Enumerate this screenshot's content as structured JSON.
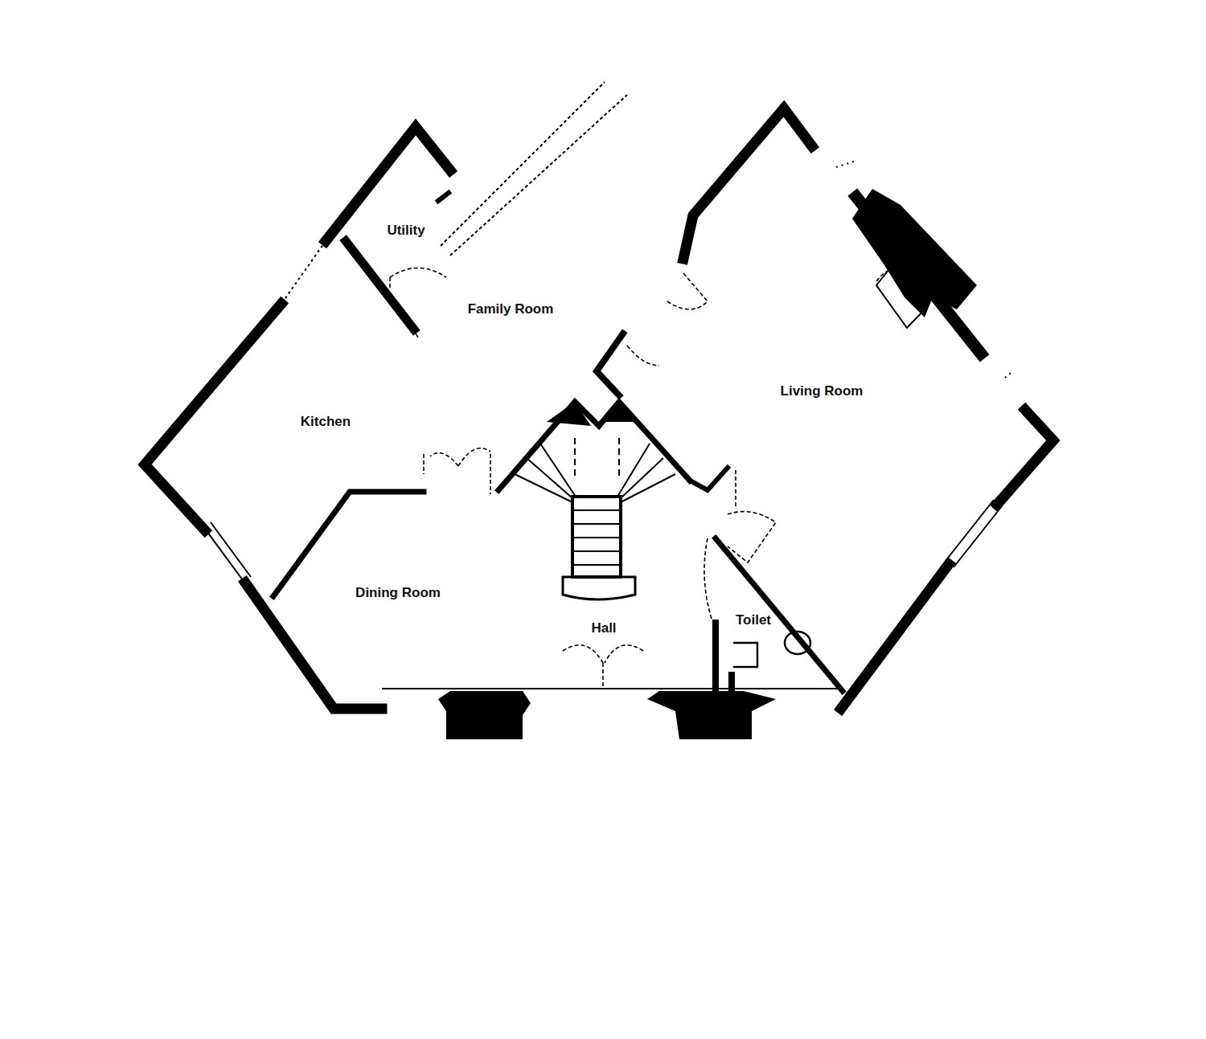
{
  "diagram": {
    "labels": [
      "Utility",
      "Family Room",
      "Kitchen",
      "Living Room",
      "Dining Room",
      "Hall",
      "Toilet"
    ]
  }
}
